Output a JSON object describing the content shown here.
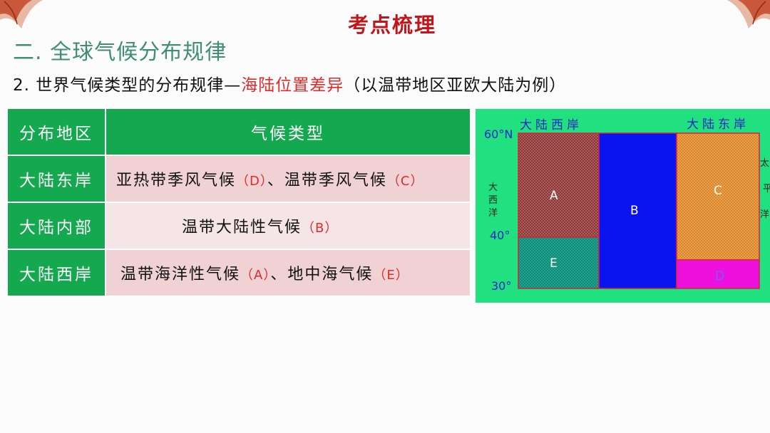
{
  "header": {
    "title": "考点梳理"
  },
  "section": {
    "title": "二. 全球气候分布规律"
  },
  "subtitle": {
    "prefix": "2. 世界气候类型的分布规律—",
    "highlight": "海陆位置差异",
    "suffix": "（以温带地区亚欧大陆为例）"
  },
  "table": {
    "headers": [
      "分布地区",
      "气候类型"
    ],
    "rows": [
      {
        "region": "大陆东岸",
        "types": [
          {
            "name": "亚热带季风气候",
            "code": "（D）"
          },
          {
            "sep": "、"
          },
          {
            "name": "温带季风气候",
            "code": "（C）"
          }
        ]
      },
      {
        "region": "大陆内部",
        "types": [
          {
            "name": "温带大陆性气候",
            "code": "（B）"
          }
        ]
      },
      {
        "region": "大陆西岸",
        "types": [
          {
            "name": "温带海洋性气候",
            "code": "（A）"
          },
          {
            "sep": "、"
          },
          {
            "name": "地中海气候",
            "code": "（E）"
          }
        ]
      }
    ]
  },
  "map": {
    "west_coast": "大陆西岸",
    "east_coast": "大陆东岸",
    "lat_60": "60°N",
    "lat_40": "40°",
    "lat_30": "30°",
    "atlantic": [
      "大",
      "西",
      "洋"
    ],
    "pacific": [
      "太",
      "平",
      "洋"
    ],
    "regions": {
      "A": {
        "label": "A",
        "color": "#8a3535"
      },
      "B": {
        "label": "B",
        "color": "#0a14f0"
      },
      "C": {
        "label": "C",
        "color": "#f0a24a"
      },
      "D": {
        "label": "D",
        "color": "#ee10dd"
      },
      "E": {
        "label": "E",
        "color": "#18a888"
      }
    },
    "background": "#20e080"
  }
}
